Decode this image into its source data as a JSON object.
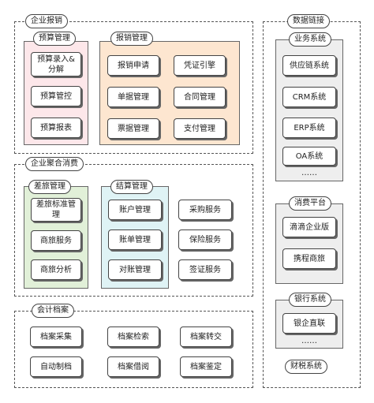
{
  "left": {
    "expense": {
      "title": "企业报销",
      "budget": {
        "title": "预算管理",
        "items": [
          "预算录入&分解",
          "预算管控",
          "预算报表"
        ]
      },
      "reimb": {
        "title": "报销管理",
        "items": [
          "报销申请",
          "凭证引擎",
          "单据管理",
          "合同管理",
          "票据管理",
          "支付管理"
        ]
      }
    },
    "consumption": {
      "title": "企业聚合消费",
      "travel": {
        "title": "差旅管理",
        "items": [
          "差旅标准管理",
          "商旅服务",
          "商旅分析"
        ]
      },
      "settle": {
        "title": "结算管理",
        "items": [
          "账户管理",
          "账单管理",
          "对账管理"
        ]
      },
      "services": [
        "采购服务",
        "保险服务",
        "签证服务"
      ]
    },
    "archive": {
      "title": "会计档案",
      "items": [
        "档案采集",
        "档案检索",
        "档案转交",
        "自动制档",
        "档案借阅",
        "档案鉴定"
      ]
    }
  },
  "right": {
    "title": "数据链接",
    "business": {
      "title": "业务系统",
      "items": [
        "供应链系统",
        "CRM系统",
        "ERP系统",
        "OA系统"
      ],
      "more": "……"
    },
    "consume": {
      "title": "消费平台",
      "items": [
        "滴滴企业版",
        "携程商旅"
      ]
    },
    "bank": {
      "title": "银行系统",
      "items": [
        "银企直联"
      ],
      "more": "……"
    },
    "tax": {
      "title": "财税系统"
    }
  }
}
